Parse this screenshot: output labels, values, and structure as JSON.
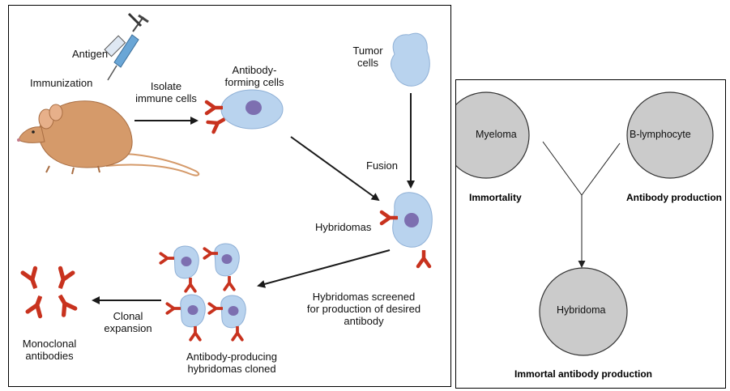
{
  "left_diagram": {
    "antigen": "Antigen",
    "immunization": "Immunization",
    "isolate_line1": "Isolate",
    "isolate_line2": "immune cells",
    "antibody_forming_line1": "Antibody-",
    "antibody_forming_line2": "forming cells",
    "tumor_line1": "Tumor",
    "tumor_line2": "cells",
    "fusion": "Fusion",
    "hybridomas": "Hybridomas",
    "screened_line1": "Hybridomas screened",
    "screened_line2": "for production of desired",
    "screened_line3": "antibody",
    "clonal_line1": "Clonal",
    "clonal_line2": "expansion",
    "monoclonal_line1": "Monoclonal",
    "monoclonal_line2": "antibodies",
    "producing_line1": "Antibody-producing",
    "producing_line2": "hybridomas cloned"
  },
  "right_diagram": {
    "myeloma": "Myeloma",
    "b_lymphocyte": "B-lymphocyte",
    "immortality": "Immortality",
    "antibody_production": "Antibody production",
    "hybridoma": "Hybridoma",
    "immortal_antibody_production": "Immortal antibody production"
  },
  "colors": {
    "antibody_red": "#c8321e",
    "cell_blue": "#b9d3ee",
    "nucleus_purple": "#7d6fb0",
    "mouse_tan": "#d59a6a",
    "circle_gray": "#cbcbcb"
  }
}
